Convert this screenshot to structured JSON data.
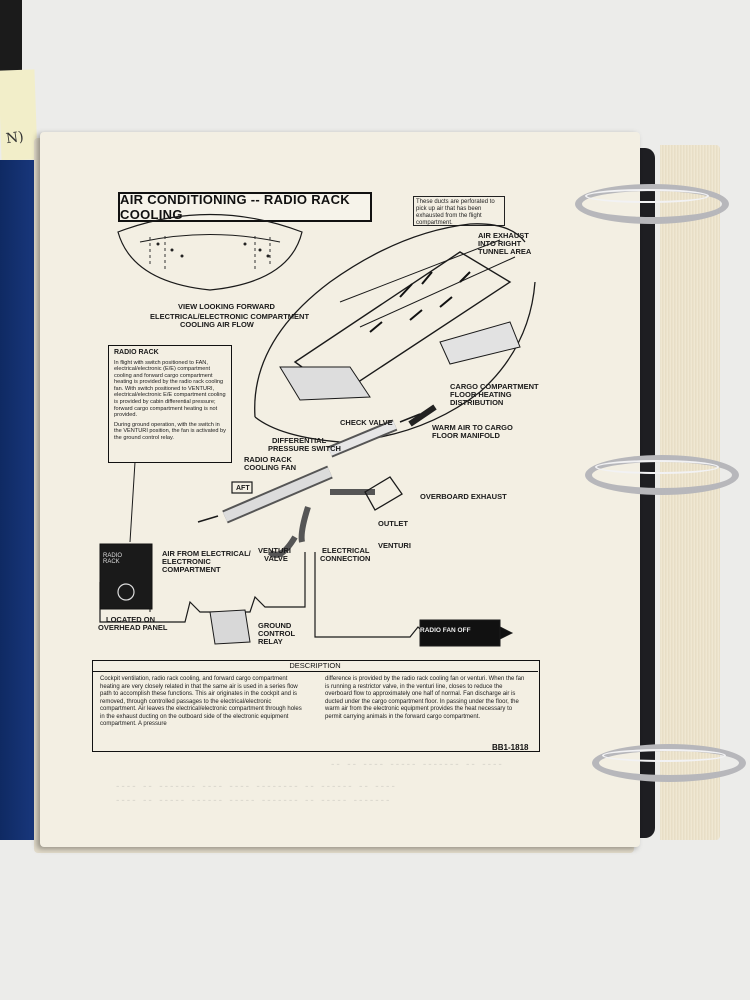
{
  "sticky_note_text": "N)",
  "manual": {
    "title": "AIR CONDITIONING -- RADIO RACK COOLING",
    "callout_top": "These ducts are perforated to pick up air that has been exhausted from the flight compartment.",
    "labels": {
      "view_forward": "VIEW LOOKING FORWARD",
      "ee_airflow_line1": "ELECTRICAL/ELECTRONIC COMPARTMENT",
      "ee_airflow_line2": "COOLING AIR FLOW",
      "air_exhaust_line1": "AIR EXHAUST",
      "air_exhaust_line2": "INTO RIGHT",
      "air_exhaust_line3": "TUNNEL AREA",
      "cargo_heat_line1": "CARGO COMPARTMENT",
      "cargo_heat_line2": "FLOOR HEATING",
      "cargo_heat_line3": "DISTRIBUTION",
      "check_valve": "CHECK VALVE",
      "warm_air_line1": "WARM AIR TO CARGO",
      "warm_air_line2": "FLOOR MANIFOLD",
      "diff_switch_line1": "DIFFERENTIAL",
      "diff_switch_line2": "PRESSURE SWITCH",
      "fan_line1": "RADIO RACK",
      "fan_line2": "COOLING FAN",
      "aft": "AFT",
      "overboard": "OVERBOARD EXHAUST",
      "outlet": "OUTLET",
      "venturi": "VENTURI",
      "venturi_valve_line1": "VENTURI",
      "venturi_valve_line2": "VALVE",
      "electrical_line1": "ELECTRICAL",
      "electrical_line2": "CONNECTION",
      "air_from_line1": "AIR FROM ELECTRICAL/",
      "air_from_line2": "ELECTRONIC",
      "air_from_line3": "COMPARTMENT",
      "overhead_line1": "LOCATED ON",
      "overhead_line2": "OVERHEAD PANEL",
      "ground_relay_line1": "GROUND",
      "ground_relay_line2": "CONTROL",
      "ground_relay_line3": "RELAY",
      "radio_fan_off": "RADIO FAN OFF"
    },
    "radio_rack": {
      "heading": "RADIO RACK",
      "para1": "In flight with switch positioned to FAN, electrical/electronic (E/E) compartment cooling and forward cargo compartment heating is provided by the radio rack cooling fan. With switch positioned to VENTURI, electrical/electronic E/E compartment cooling is provided by cabin differential pressure; forward cargo compartment heating is not provided.",
      "para2": "During ground operation, with the switch in the VENTURI position, the fan is activated by the ground control relay."
    },
    "description": {
      "heading": "DESCRIPTION",
      "col1": "Cockpit ventilation, radio rack cooling, and forward cargo compartment heating are very closely related in that the same air is used in a series flow path to accomplish these functions. This air originates in the cockpit and is removed, through controlled passages to the electrical/electronic compartment. Air leaves the electrical/electronic compartment through holes in the exhaust ducting on the outboard side of the electronic equipment compartment. A pressure",
      "col2": "difference is provided by the radio rack cooling fan or venturi. When the fan is running a restrictor valve, in the venturi line, closes to reduce the overboard flow to approximately one half of normal. Fan discharge air is ducted under the cargo compartment floor. In passing under the floor, the warm air from the electronic equipment provides the heat necessary to permit carrying animals in the forward cargo compartment."
    },
    "page_code": "BB1-1818"
  },
  "colors": {
    "paper": "#f3efe3",
    "binder_blue": "#1c3c86",
    "ink": "#111111",
    "ring_metal": "#b7b7bb"
  }
}
